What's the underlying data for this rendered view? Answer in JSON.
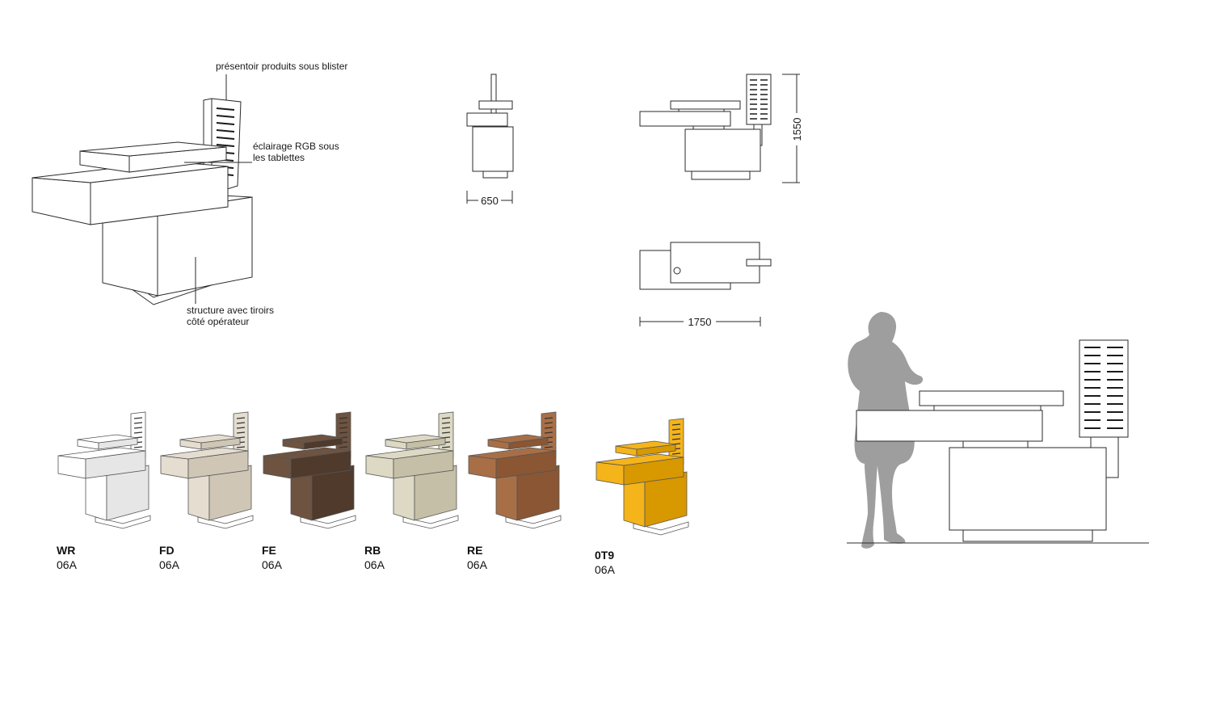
{
  "annotations": {
    "blister": "présentoir produits sous blister",
    "lighting_line1": "éclairage RGB sous",
    "lighting_line2": "les tablettes",
    "structure_line1": "structure avec tiroirs",
    "structure_line2": "côté opérateur"
  },
  "dimensions": {
    "depth": "650",
    "height": "1550",
    "width": "1750"
  },
  "finishes": [
    {
      "code": "WR",
      "sub": "06A",
      "color": "#ffffff",
      "accent": "#e6e6e6"
    },
    {
      "code": "FD",
      "sub": "06A",
      "color": "#e4ddd0",
      "accent": "#cfc6b6"
    },
    {
      "code": "FE",
      "sub": "06A",
      "color": "#6e5340",
      "accent": "#4f3a2c"
    },
    {
      "code": "RB",
      "sub": "06A",
      "color": "#ddd9c4",
      "accent": "#c4bfa6"
    },
    {
      "code": "RE",
      "sub": "06A",
      "color": "#a86f47",
      "accent": "#8a5634"
    },
    {
      "code": "0T9",
      "sub": "06A",
      "color": "#f4b41a",
      "accent": "#d89800"
    }
  ],
  "colors": {
    "line": "#2a2a2a",
    "silhouette": "#9e9e9e"
  }
}
